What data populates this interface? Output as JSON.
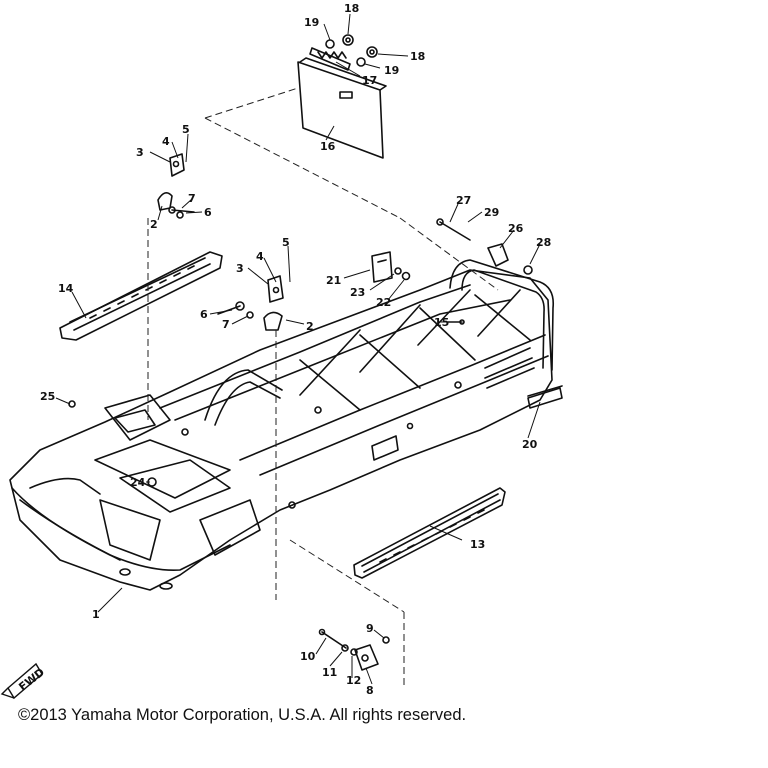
{
  "diagram": {
    "callouts": [
      {
        "id": "p1",
        "label": "1"
      },
      {
        "id": "p2a",
        "label": "2"
      },
      {
        "id": "p2b",
        "label": "2"
      },
      {
        "id": "p3a",
        "label": "3"
      },
      {
        "id": "p3b",
        "label": "3"
      },
      {
        "id": "p4a",
        "label": "4"
      },
      {
        "id": "p4b",
        "label": "4"
      },
      {
        "id": "p5a",
        "label": "5"
      },
      {
        "id": "p5b",
        "label": "5"
      },
      {
        "id": "p6a",
        "label": "6"
      },
      {
        "id": "p6b",
        "label": "6"
      },
      {
        "id": "p7a",
        "label": "7"
      },
      {
        "id": "p7b",
        "label": "7"
      },
      {
        "id": "p8",
        "label": "8"
      },
      {
        "id": "p9",
        "label": "9"
      },
      {
        "id": "p10",
        "label": "10"
      },
      {
        "id": "p11",
        "label": "11"
      },
      {
        "id": "p12",
        "label": "12"
      },
      {
        "id": "p13",
        "label": "13"
      },
      {
        "id": "p14",
        "label": "14"
      },
      {
        "id": "p15",
        "label": "15"
      },
      {
        "id": "p16",
        "label": "16"
      },
      {
        "id": "p17",
        "label": "17"
      },
      {
        "id": "p18a",
        "label": "18"
      },
      {
        "id": "p18b",
        "label": "18"
      },
      {
        "id": "p19a",
        "label": "19"
      },
      {
        "id": "p19b",
        "label": "19"
      },
      {
        "id": "p20",
        "label": "20"
      },
      {
        "id": "p21",
        "label": "21"
      },
      {
        "id": "p22",
        "label": "22"
      },
      {
        "id": "p23",
        "label": "23"
      },
      {
        "id": "p24",
        "label": "24"
      },
      {
        "id": "p25",
        "label": "25"
      },
      {
        "id": "p26",
        "label": "26"
      },
      {
        "id": "p27",
        "label": "27"
      },
      {
        "id": "p28",
        "label": "28"
      },
      {
        "id": "p29",
        "label": "29"
      }
    ],
    "fwd_marker": "FWD"
  },
  "footer": {
    "copyright": "©2013 Yamaha Motor Corporation, U.S.A. All rights reserved."
  }
}
